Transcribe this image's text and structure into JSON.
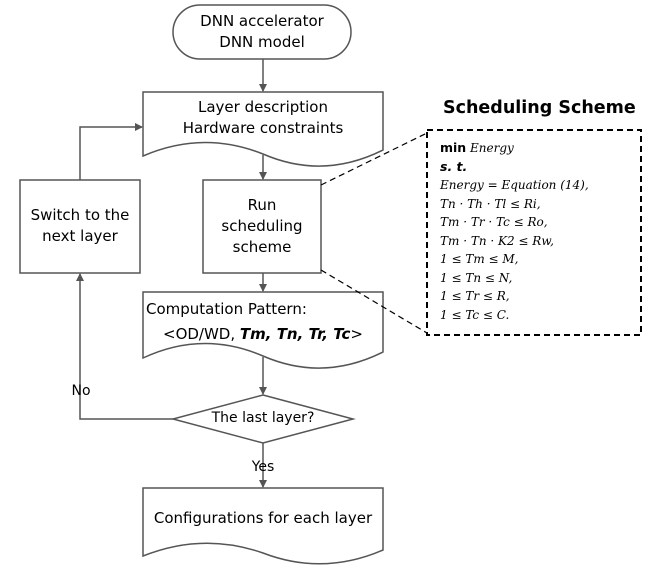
{
  "nodes": {
    "start": {
      "line1": "DNN accelerator",
      "line2": "DNN model"
    },
    "input": {
      "line1": "Layer description",
      "line2": "Hardware constraints"
    },
    "run": {
      "line1": "Run",
      "line2": "scheduling",
      "line3": "scheme"
    },
    "pattern": {
      "line1": "Computation Pattern:",
      "line2_prefix": "<OD/WD, ",
      "line2_vars": "Tm, Tn, Tr, Tc",
      "line2_suffix": ">"
    },
    "decision": {
      "text": "The last layer?"
    },
    "switch": {
      "line1": "Switch to the",
      "line2": "next layer"
    },
    "end": {
      "text": "Configurations for each layer"
    }
  },
  "edges": {
    "no_label": "No",
    "yes_label": "Yes"
  },
  "scheme": {
    "title": "Scheduling Scheme",
    "objective_kw": "min",
    "objective_var": "Energy",
    "st": "s. t.",
    "constraints": [
      "Energy = Equation (14),",
      "Tn · Th · Tl ≤ Ri,",
      "Tm · Tr · Tc ≤ Ro,",
      "Tm · Tn · K2 ≤ Rw,",
      "1 ≤ Tm ≤ M,",
      "1 ≤ Tn ≤ N,",
      "1 ≤ Tr ≤ R,",
      "1 ≤ Tc ≤ C."
    ]
  }
}
